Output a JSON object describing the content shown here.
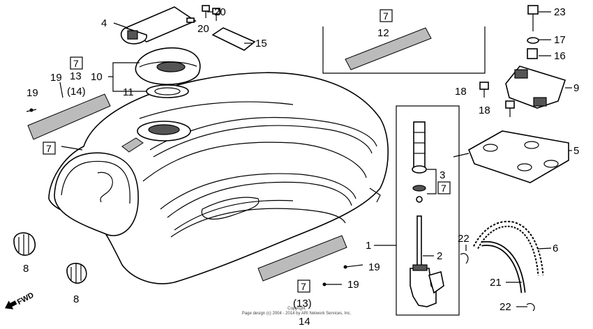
{
  "callouts": {
    "c1": "1",
    "c2": "2",
    "c3": "3",
    "c4": "4",
    "c5": "5",
    "c6": "6",
    "c7a": "7",
    "c7b": "7",
    "c7c": "7",
    "c7d": "7",
    "c7e": "7",
    "c8a": "8",
    "c8b": "8",
    "c9": "9",
    "c10": "10",
    "c11": "11",
    "c12": "12",
    "c13": "13",
    "c13p": "(13)",
    "c14": "14",
    "c14p": "(14)",
    "c15": "15",
    "c16": "16",
    "c17": "17",
    "c18a": "18",
    "c18b": "18",
    "c19a": "19",
    "c19b": "19",
    "c19c": "19",
    "c19d": "19",
    "c20a": "20",
    "c20b": "20",
    "c21": "21",
    "c22a": "22",
    "c22b": "22",
    "c23": "23"
  },
  "fwd_label": "FWD",
  "footer": {
    "line1": "Copyright",
    "line2": "Page design (c) 2004 - 2014 by ARI Network Services, Inc."
  }
}
